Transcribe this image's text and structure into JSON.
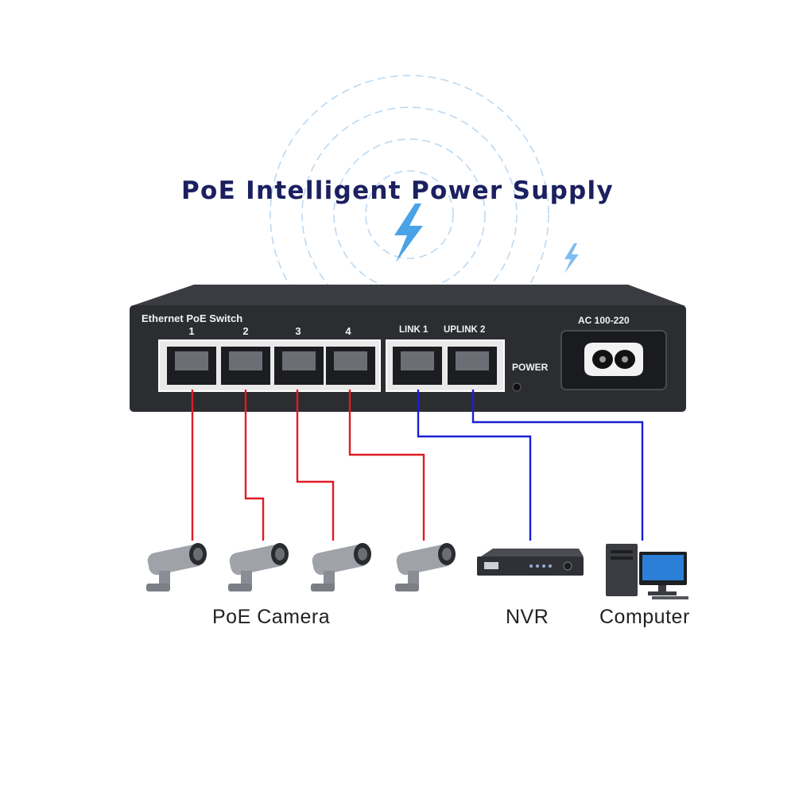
{
  "headline": "PoE Intelligent Power Supply",
  "switch": {
    "title": "Ethernet PoE Switch",
    "ports": [
      "1",
      "2",
      "3",
      "4"
    ],
    "uplinks": [
      "LINK 1",
      "UPLINK 2"
    ],
    "power_label": "POWER",
    "ac_label": "AC 100-220"
  },
  "devices": {
    "camera_label": "PoE Camera",
    "nvr_label": "NVR",
    "computer_label": "Computer"
  },
  "colors": {
    "headline": "#1b2060",
    "poe_cable": "#e01b24",
    "uplink_cable": "#1a1fd6",
    "switch_body": "#2b2d31",
    "lightning": "#4aa3e6"
  }
}
